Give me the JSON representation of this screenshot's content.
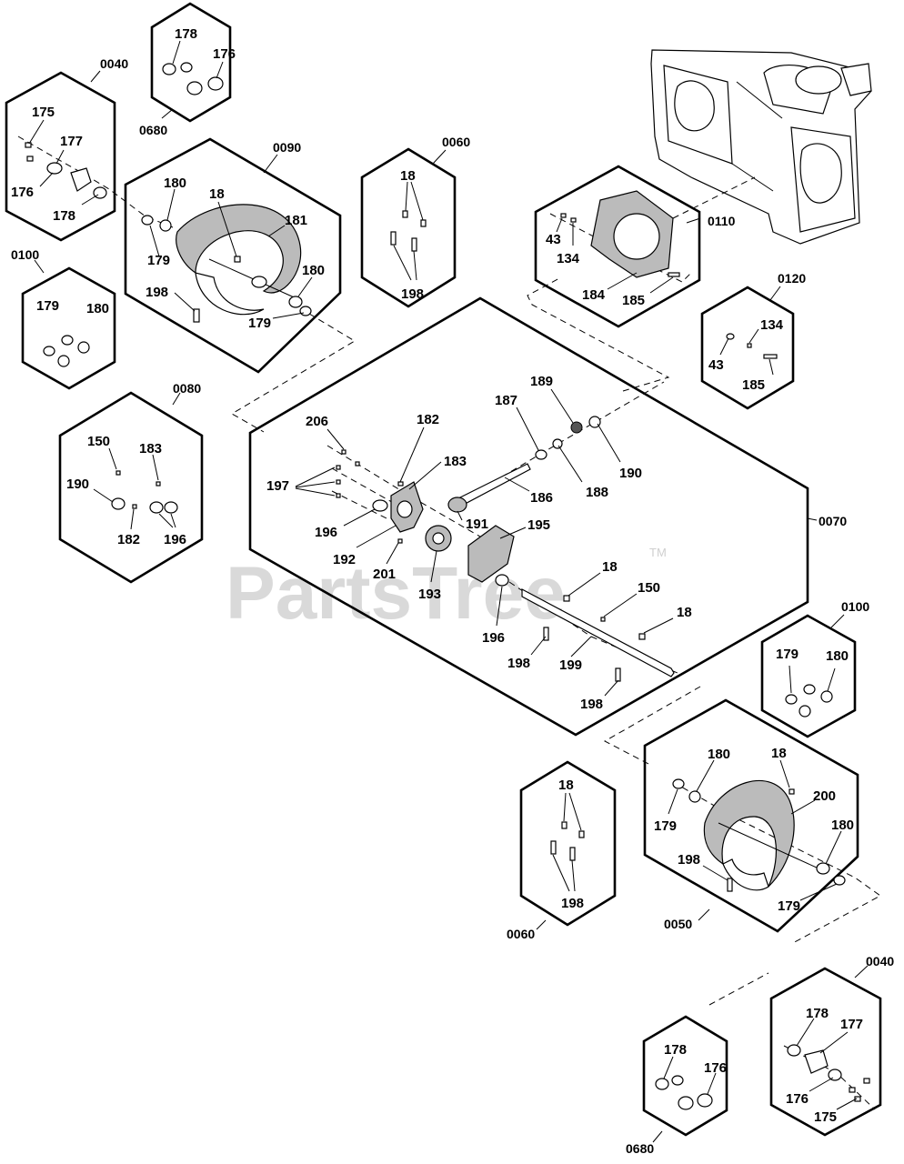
{
  "watermark": {
    "brand": "PartsTree",
    "trademark": "TM"
  },
  "groups": {
    "g0040_top": "0040",
    "g0680_top": "0680",
    "g0090": "0090",
    "g0060_top": "0060",
    "g0100_left": "0100",
    "g0080": "0080",
    "g0110": "0110",
    "g0120": "0120",
    "g0070": "0070",
    "g0100_right": "0100",
    "g0060_bottom": "0060",
    "g0050": "0050",
    "g0680_bottom": "0680",
    "g0040_bottom": "0040"
  },
  "labels": {
    "c0040t": [
      "175",
      "177",
      "176",
      "178"
    ],
    "c0680t": [
      "178",
      "176"
    ],
    "c0090": [
      "180",
      "18",
      "181",
      "179",
      "180",
      "198",
      "179"
    ],
    "c0060t": [
      "18",
      "198"
    ],
    "c0100l": [
      "179",
      "180"
    ],
    "c0080": [
      "150",
      "183",
      "190",
      "182",
      "196"
    ],
    "c0110": [
      "43",
      "134",
      "184",
      "185"
    ],
    "c0120": [
      "134",
      "43",
      "185"
    ],
    "c0070": [
      "206",
      "182",
      "183",
      "197",
      "196",
      "192",
      "201",
      "191",
      "186",
      "193",
      "195",
      "187",
      "189",
      "188",
      "190",
      "18",
      "150",
      "196",
      "198",
      "199",
      "18",
      "198"
    ],
    "c0100r": [
      "179",
      "180"
    ],
    "c0060b": [
      "18",
      "198"
    ],
    "c0050": [
      "180",
      "18",
      "200",
      "179",
      "180",
      "198",
      "179"
    ],
    "c0680b": [
      "178",
      "176"
    ],
    "c0040b": [
      "178",
      "177",
      "176",
      "175"
    ]
  }
}
